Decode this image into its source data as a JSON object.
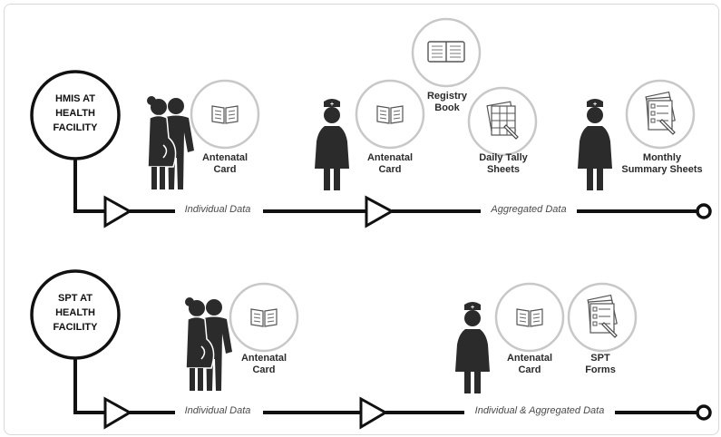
{
  "row1": {
    "title_lines": [
      "HMIS AT",
      "HEALTH",
      "FACILITY"
    ],
    "card1": [
      "Antenatal",
      "Card"
    ],
    "card2": [
      "Antenatal",
      "Card"
    ],
    "registry": [
      "Registry",
      "Book"
    ],
    "tally": [
      "Daily Tally",
      "Sheets"
    ],
    "monthly": [
      "Monthly",
      "Summary Sheets"
    ],
    "seg1": "Individual Data",
    "seg2": "Aggregated Data"
  },
  "row2": {
    "title_lines": [
      "SPT AT",
      "HEALTH",
      "FACILITY"
    ],
    "card1": [
      "Antenatal",
      "Card"
    ],
    "card2": [
      "Antenatal",
      "Card"
    ],
    "forms": [
      "SPT",
      "Forms"
    ],
    "seg1": "Individual Data",
    "seg2": "Individual & Aggregated Data"
  },
  "icons": [
    "family-icon",
    "nurse-icon",
    "book-icon",
    "registry-book-icon",
    "tally-sheets-icon",
    "forms-icon"
  ],
  "colors": {
    "line": "#111111",
    "icon": "#2b2b2b",
    "circle_border": "#c8c8c8"
  }
}
